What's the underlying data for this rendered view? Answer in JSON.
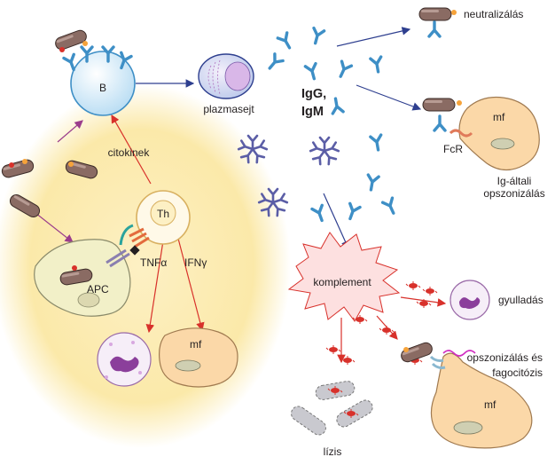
{
  "labels": {
    "b_cell": "B",
    "plasma_cell": "plazmasejt",
    "ig_line1": "IgG,",
    "ig_line2": "IgM",
    "neutralization": "neutralizálás",
    "macrophage_1": "mf",
    "fc_receptor": "FcR",
    "ig_opsonization_line1": "Ig-általi",
    "ig_opsonization_line2": "opszonizálás",
    "cytokines": "citokinek",
    "th_cell": "Th",
    "apc": "APC",
    "tnf_prefix": "TNF",
    "tnf_greek": "α",
    "ifn_prefix": "IFN",
    "ifn_greek": "γ",
    "macrophage_2": "mf",
    "complement": "komplement",
    "inflammation": "gyulladás",
    "opsonization_line1": "opszonizálás és",
    "opsonization_line2": "fagocitózis",
    "macrophage_3": "mf",
    "lysis": "lízis"
  },
  "colors": {
    "glow": "#fbe9a9",
    "cell_blue": "#cfe8f8",
    "antibody_blue": "#3e8fc6",
    "pentamer_purple": "#5b5ea6",
    "arrow_blue": "#2e3f8f",
    "arrow_purple": "#9b3d8c",
    "arrow_red": "#d8312b",
    "macrophage": "#fbd8a8",
    "complement_fill": "#fde0e0",
    "bacterium": "#8a6b63",
    "neutrophil": "#e8c8e8"
  }
}
